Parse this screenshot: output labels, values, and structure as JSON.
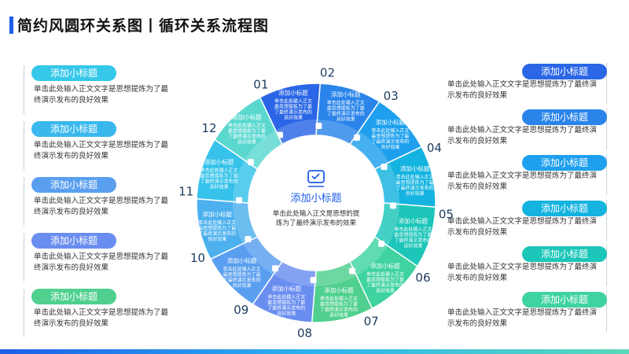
{
  "title": "简约风圆环关系图丨循环关系流程图",
  "center": {
    "title": "添加小标题",
    "desc_lines": [
      "单击此处输入正文是思想的提",
      "炼为了最终演示发布的效果"
    ]
  },
  "left_items": [
    {
      "label": "添加小标题",
      "desc_lines": [
        "单击此处输入正文文字是思想提炼为了最",
        "终演示发布的良好效果"
      ],
      "color": "#36c8e9"
    },
    {
      "label": "添加小标题",
      "desc_lines": [
        "单击此处输入正文文字是思想提炼为了最",
        "终演示发布的良好效果"
      ],
      "color": "#3ab8ee"
    },
    {
      "label": "添加小标题",
      "desc_lines": [
        "单击此处输入正文文字是思想提炼为了最",
        "终演示发布的良好效果"
      ],
      "color": "#5a9fef"
    },
    {
      "label": "添加小标题",
      "desc_lines": [
        "单击此处输入正文文字是思想提炼为了最",
        "终演示发布的良好效果"
      ],
      "color": "#6a8ef0"
    },
    {
      "label": "添加小标题",
      "desc_lines": [
        "单击此处输入正文文字是思想提炼为了最",
        "终演示发布的良好效果"
      ],
      "color": "#4fd08e"
    }
  ],
  "right_items": [
    {
      "label": "添加小标题",
      "desc_lines": [
        "单击此处输入正文文字是思想提炼为了最终演",
        "示发布的良好效果"
      ],
      "color": "#2a66e6"
    },
    {
      "label": "添加小标题",
      "desc_lines": [
        "单击此处输入正文文字是思想提炼为了最终演",
        "示发布的良好效果"
      ],
      "color": "#2a84ea"
    },
    {
      "label": "添加小标题",
      "desc_lines": [
        "单击此处输入正文文字是思想提炼为了最终演",
        "示发布的良好效果"
      ],
      "color": "#1ea0ee"
    },
    {
      "label": "添加小标题",
      "desc_lines": [
        "单击此处输入正文文字是思想提炼为了最终演",
        "示发布的良好效果"
      ],
      "color": "#14b3e0"
    },
    {
      "label": "添加小标题",
      "desc_lines": [
        "单击此处输入正文文字是思想提炼为了最终演",
        "示发布的良好效果"
      ],
      "color": "#1cc6b9"
    },
    {
      "label": "添加小标题",
      "desc_lines": [
        "单击此处输入正文文字是思想提炼为了最终演",
        "示发布的良好效果"
      ],
      "color": "#3fd3a0"
    }
  ],
  "segments": [
    {
      "num": "01",
      "label": "添加小标题",
      "lines": [
        "单击此处输入正文",
        "最思想提炼为了最",
        "了最终演示发布的",
        "良好效果"
      ],
      "color": "#2a66e6",
      "icon": "user-icon"
    },
    {
      "num": "02",
      "label": "添加小标题",
      "lines": [
        "单击此处输入正文",
        "最思想提炼为了最",
        "了最终演示发布的",
        "良好效果"
      ],
      "color": "#2a84ea",
      "icon": "chat-icon"
    },
    {
      "num": "03",
      "label": "添加小标题",
      "lines": [
        "单击此处输入正文",
        "最思想提炼为了最",
        "了最终演示发布的",
        "良好效果"
      ],
      "color": "#1ea0ee",
      "icon": "cloud-icon"
    },
    {
      "num": "04",
      "label": "添加小标题",
      "lines": [
        "单击此处输入正文",
        "最思想提炼为了最",
        "了最终演示发布的",
        "良好效果"
      ],
      "color": "#14b3e0",
      "icon": "phone-icon"
    },
    {
      "num": "05",
      "label": "添加小标题",
      "lines": [
        "单击此处输入正文",
        "最思想提炼为了最",
        "了最终演示发布的",
        "良好效果"
      ],
      "color": "#1cc6b9",
      "icon": "home-icon"
    },
    {
      "num": "06",
      "label": "添加小标题",
      "lines": [
        "单击此处输入正文",
        "最思想提炼为了最",
        "了最终演示发布的",
        "良好效果"
      ],
      "color": "#3fd3a0",
      "icon": "location-icon"
    },
    {
      "num": "07",
      "label": "添加小标题",
      "lines": [
        "单击此处输入正文",
        "最思想提炼为了最",
        "了最终演示发布的",
        "良好效果"
      ],
      "color": "#4fd08e",
      "icon": "mail-icon"
    },
    {
      "num": "08",
      "label": "添加小标题",
      "lines": [
        "单击此处输入正文",
        "最思想提炼为了最",
        "了最终演示发布的",
        "良好效果"
      ],
      "color": "#6a8ef0",
      "icon": "gear-icon"
    },
    {
      "num": "09",
      "label": "添加小标题",
      "lines": [
        "单击此处输入正文",
        "最思想提炼为了最",
        "了最终演示发布的",
        "良好效果"
      ],
      "color": "#5a9fef",
      "icon": "briefcase-icon"
    },
    {
      "num": "10",
      "label": "添加小标题",
      "lines": [
        "单击此处输入正文",
        "最思想提炼为了最",
        "了最终演示发布的",
        "良好效果"
      ],
      "color": "#4cb0ee",
      "icon": "clock-icon"
    },
    {
      "num": "11",
      "label": "添加小标题",
      "lines": [
        "单击此处输入正文",
        "最思想提炼为了最",
        "了最终演示发布的",
        "良好效果"
      ],
      "color": "#36c2ea",
      "icon": "globe-icon"
    },
    {
      "num": "12",
      "label": "添加小标题",
      "lines": [
        "单击此处输入正文",
        "最思想提炼为了最",
        "了最终演示发布的",
        "良好效果"
      ],
      "color": "#5ad8d0",
      "icon": "monitor-icon"
    }
  ]
}
